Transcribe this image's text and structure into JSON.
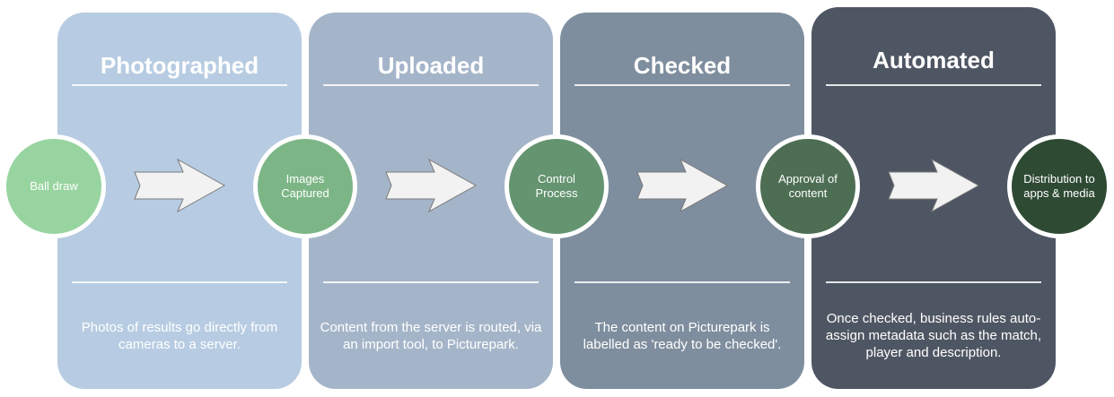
{
  "panels": [
    {
      "title": "Photographed",
      "description": "Photos of results go directly from cameras to a server.",
      "color": "#b7cce2"
    },
    {
      "title": "Uploaded",
      "description": "Content from the server is routed, via an import tool, to Picturepark.",
      "color": "#a5b5c9"
    },
    {
      "title": "Checked",
      "description": "The content on Picturepark is labelled as 'ready to be checked'.",
      "color": "#7f8e9e"
    },
    {
      "title": "Automated",
      "description": "Once checked, business rules auto-assign metadata such as the match, player and description.",
      "color": "#4f5663"
    }
  ],
  "nodes": [
    {
      "label": "Ball draw",
      "color": "#98d4a0"
    },
    {
      "label": "Images Captured",
      "color": "#7db686"
    },
    {
      "label": "Control Process",
      "color": "#659470"
    },
    {
      "label": "Approval of content",
      "color": "#4d6e53"
    },
    {
      "label": "Distribution to apps & media",
      "color": "#2e4a33"
    }
  ]
}
